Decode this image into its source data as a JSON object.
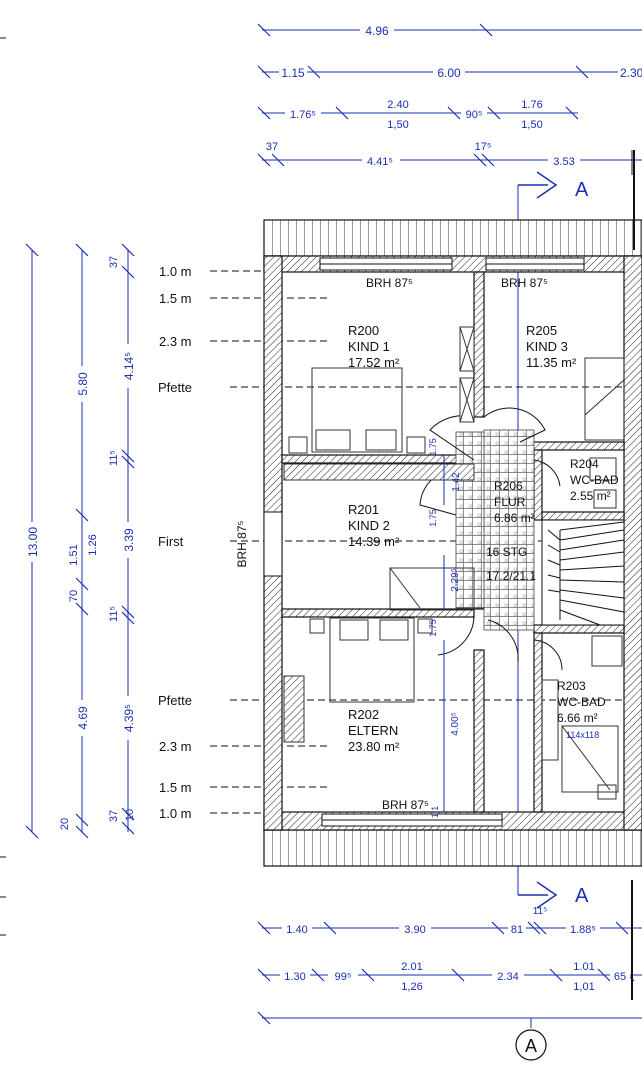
{
  "top_dims": {
    "row1": [
      "4.96"
    ],
    "row2": [
      "1.15",
      "6.00",
      "2.30"
    ],
    "row3_top": [
      "1.76⁵",
      "2.40",
      "90⁵",
      "1.76"
    ],
    "row3_bottom": [
      "1,50",
      "1,50"
    ],
    "row4": [
      "37",
      "4.41⁵",
      "17⁵",
      "3.53"
    ]
  },
  "section_marker": "A",
  "left_dims": {
    "outer": "13.00",
    "middle": [
      "5.80",
      "1.51",
      "1.26",
      "70",
      "4.69",
      "20"
    ],
    "inner": [
      "37",
      "4.14⁵",
      "11⁵",
      "3.39",
      "11⁵",
      "4.39⁵",
      "37",
      "10"
    ]
  },
  "levels": [
    {
      "label": "1.0 m"
    },
    {
      "label": "1.5 m"
    },
    {
      "label": "2.3 m"
    },
    {
      "label": "Pfette"
    },
    {
      "label": "First"
    },
    {
      "label": "Pfette"
    },
    {
      "label": "2.3 m"
    },
    {
      "label": "1.5 m"
    },
    {
      "label": "1.0 m"
    }
  ],
  "rooms": [
    {
      "id": "R200",
      "name": "KIND 1",
      "area": "17.52 m²"
    },
    {
      "id": "R205",
      "name": "KIND 3",
      "area": "11.35 m²"
    },
    {
      "id": "R204",
      "name": "WC-BAD",
      "area": "2.55 m²"
    },
    {
      "id": "R206",
      "name": "FLUR",
      "area": "6.86 m²"
    },
    {
      "id": "R201",
      "name": "KIND 2",
      "area": "14.39 m²"
    },
    {
      "id": "R202",
      "name": "ELTERN",
      "area": "23.80 m²"
    },
    {
      "id": "R203",
      "name": "WC-BAD",
      "area": "6.66 m²"
    }
  ],
  "stair": {
    "label": "16 STG",
    "ratio": "17.2/21.1"
  },
  "brh": [
    "BRH 87⁵",
    "BRH 87⁵",
    "BRH 87⁵",
    "BRH 87⁵"
  ],
  "interior_dims": [
    "1.42",
    "1.75",
    "1.75",
    "1.75",
    "2.29⁵",
    "4.00⁵",
    "1.1"
  ],
  "window_note": "114x118",
  "bottom_dims": {
    "row1": [
      "1.40",
      "3.90",
      "81",
      "1.88⁵",
      "11⁵"
    ],
    "row2_top": [
      "1.30",
      "99⁵",
      "2.01",
      "2.34",
      "1.01",
      "65"
    ],
    "row2_bottom": [
      "1,26",
      "1,01"
    ]
  },
  "axis_label": "A"
}
